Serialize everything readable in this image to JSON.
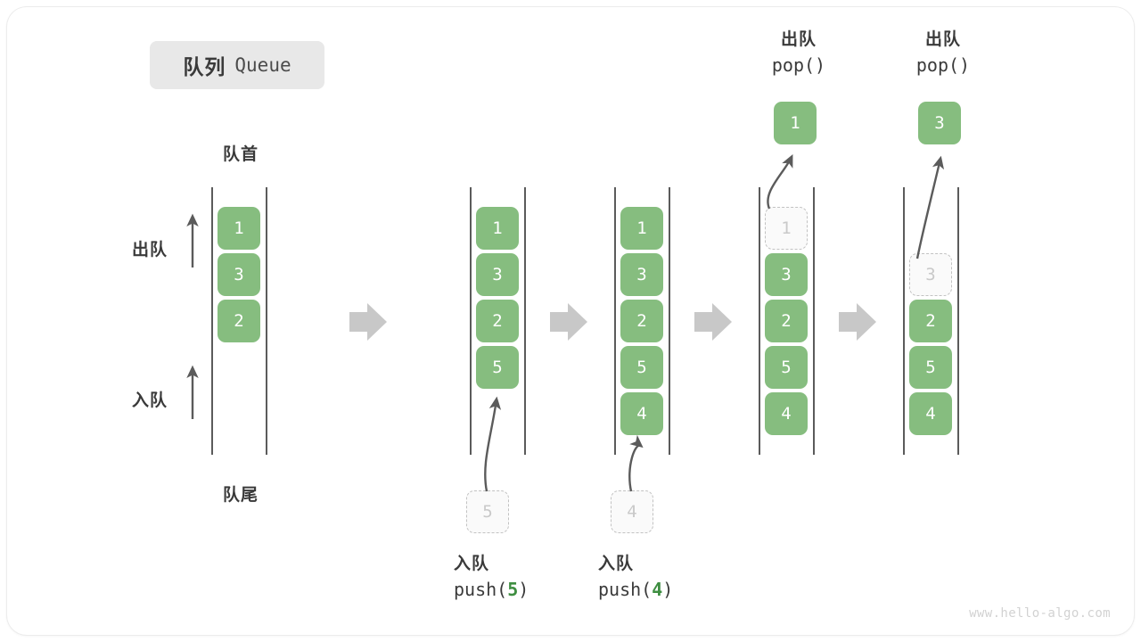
{
  "title": {
    "cn": "队列",
    "en": "Queue"
  },
  "labels": {
    "head": "队首",
    "tail": "队尾",
    "dequeue": "出队",
    "enqueue": "入队"
  },
  "watermark": "www.hello-algo.com",
  "colors": {
    "element": "#86bd7f",
    "ghost_fill": "#fafafa",
    "ghost_border": "#c2c2c2",
    "rail": "#5b5b5b",
    "arrow": "#5b5b5b",
    "transition_arrow": "#c8c8c8",
    "badge_bg": "#e8e8e8",
    "text": "#3a3a3a",
    "code_number": "#3e8e41",
    "watermark": "#d2d2d2"
  },
  "steps": [
    {
      "id": "initial",
      "slots": [
        {
          "value": "1",
          "state": "filled"
        },
        {
          "value": "3",
          "state": "filled"
        },
        {
          "value": "2",
          "state": "filled"
        },
        {
          "value": "",
          "state": "empty"
        },
        {
          "value": "",
          "state": "empty"
        }
      ],
      "operation": null,
      "side_labels": [
        "出队",
        "入队"
      ],
      "top_label": "队首",
      "bottom_label": "队尾"
    },
    {
      "id": "push-5",
      "slots": [
        {
          "value": "1",
          "state": "filled"
        },
        {
          "value": "3",
          "state": "filled"
        },
        {
          "value": "2",
          "state": "filled"
        },
        {
          "value": "5",
          "state": "filled"
        },
        {
          "value": "",
          "state": "empty"
        }
      ],
      "operation": {
        "kind": "push",
        "cn": "入队",
        "code_prefix": "push(",
        "code_value": "5",
        "code_suffix": ")",
        "ghost_value": "5"
      }
    },
    {
      "id": "push-4",
      "slots": [
        {
          "value": "1",
          "state": "filled"
        },
        {
          "value": "3",
          "state": "filled"
        },
        {
          "value": "2",
          "state": "filled"
        },
        {
          "value": "5",
          "state": "filled"
        },
        {
          "value": "4",
          "state": "filled"
        }
      ],
      "operation": {
        "kind": "push",
        "cn": "入队",
        "code_prefix": "push(",
        "code_value": "4",
        "code_suffix": ")",
        "ghost_value": "4"
      }
    },
    {
      "id": "pop-1",
      "slots": [
        {
          "value": "1",
          "state": "ghost"
        },
        {
          "value": "3",
          "state": "filled"
        },
        {
          "value": "2",
          "state": "filled"
        },
        {
          "value": "5",
          "state": "filled"
        },
        {
          "value": "4",
          "state": "filled"
        }
      ],
      "operation": {
        "kind": "pop",
        "cn": "出队",
        "code": "pop()",
        "popped_value": "1"
      }
    },
    {
      "id": "pop-3",
      "slots": [
        {
          "value": "",
          "state": "empty"
        },
        {
          "value": "3",
          "state": "ghost"
        },
        {
          "value": "2",
          "state": "filled"
        },
        {
          "value": "5",
          "state": "filled"
        },
        {
          "value": "4",
          "state": "filled"
        }
      ],
      "operation": {
        "kind": "pop",
        "cn": "出队",
        "code": "pop()",
        "popped_value": "3"
      }
    }
  ]
}
